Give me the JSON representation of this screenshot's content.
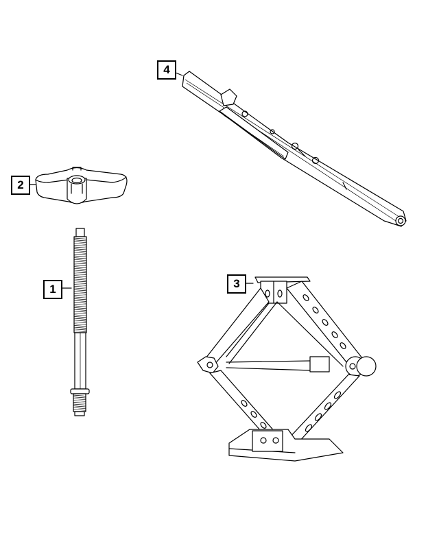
{
  "diagram": {
    "type": "parts-exploded-view",
    "background": "#ffffff",
    "line_color": "#000000",
    "callouts": [
      {
        "id": "1",
        "label": "1",
        "part": "jack-threaded-rod-bolt"
      },
      {
        "id": "2",
        "label": "2",
        "part": "wing-nut"
      },
      {
        "id": "3",
        "label": "3",
        "part": "scissor-jack"
      },
      {
        "id": "4",
        "label": "4",
        "part": "jack-handle-lug-wrench"
      }
    ]
  }
}
